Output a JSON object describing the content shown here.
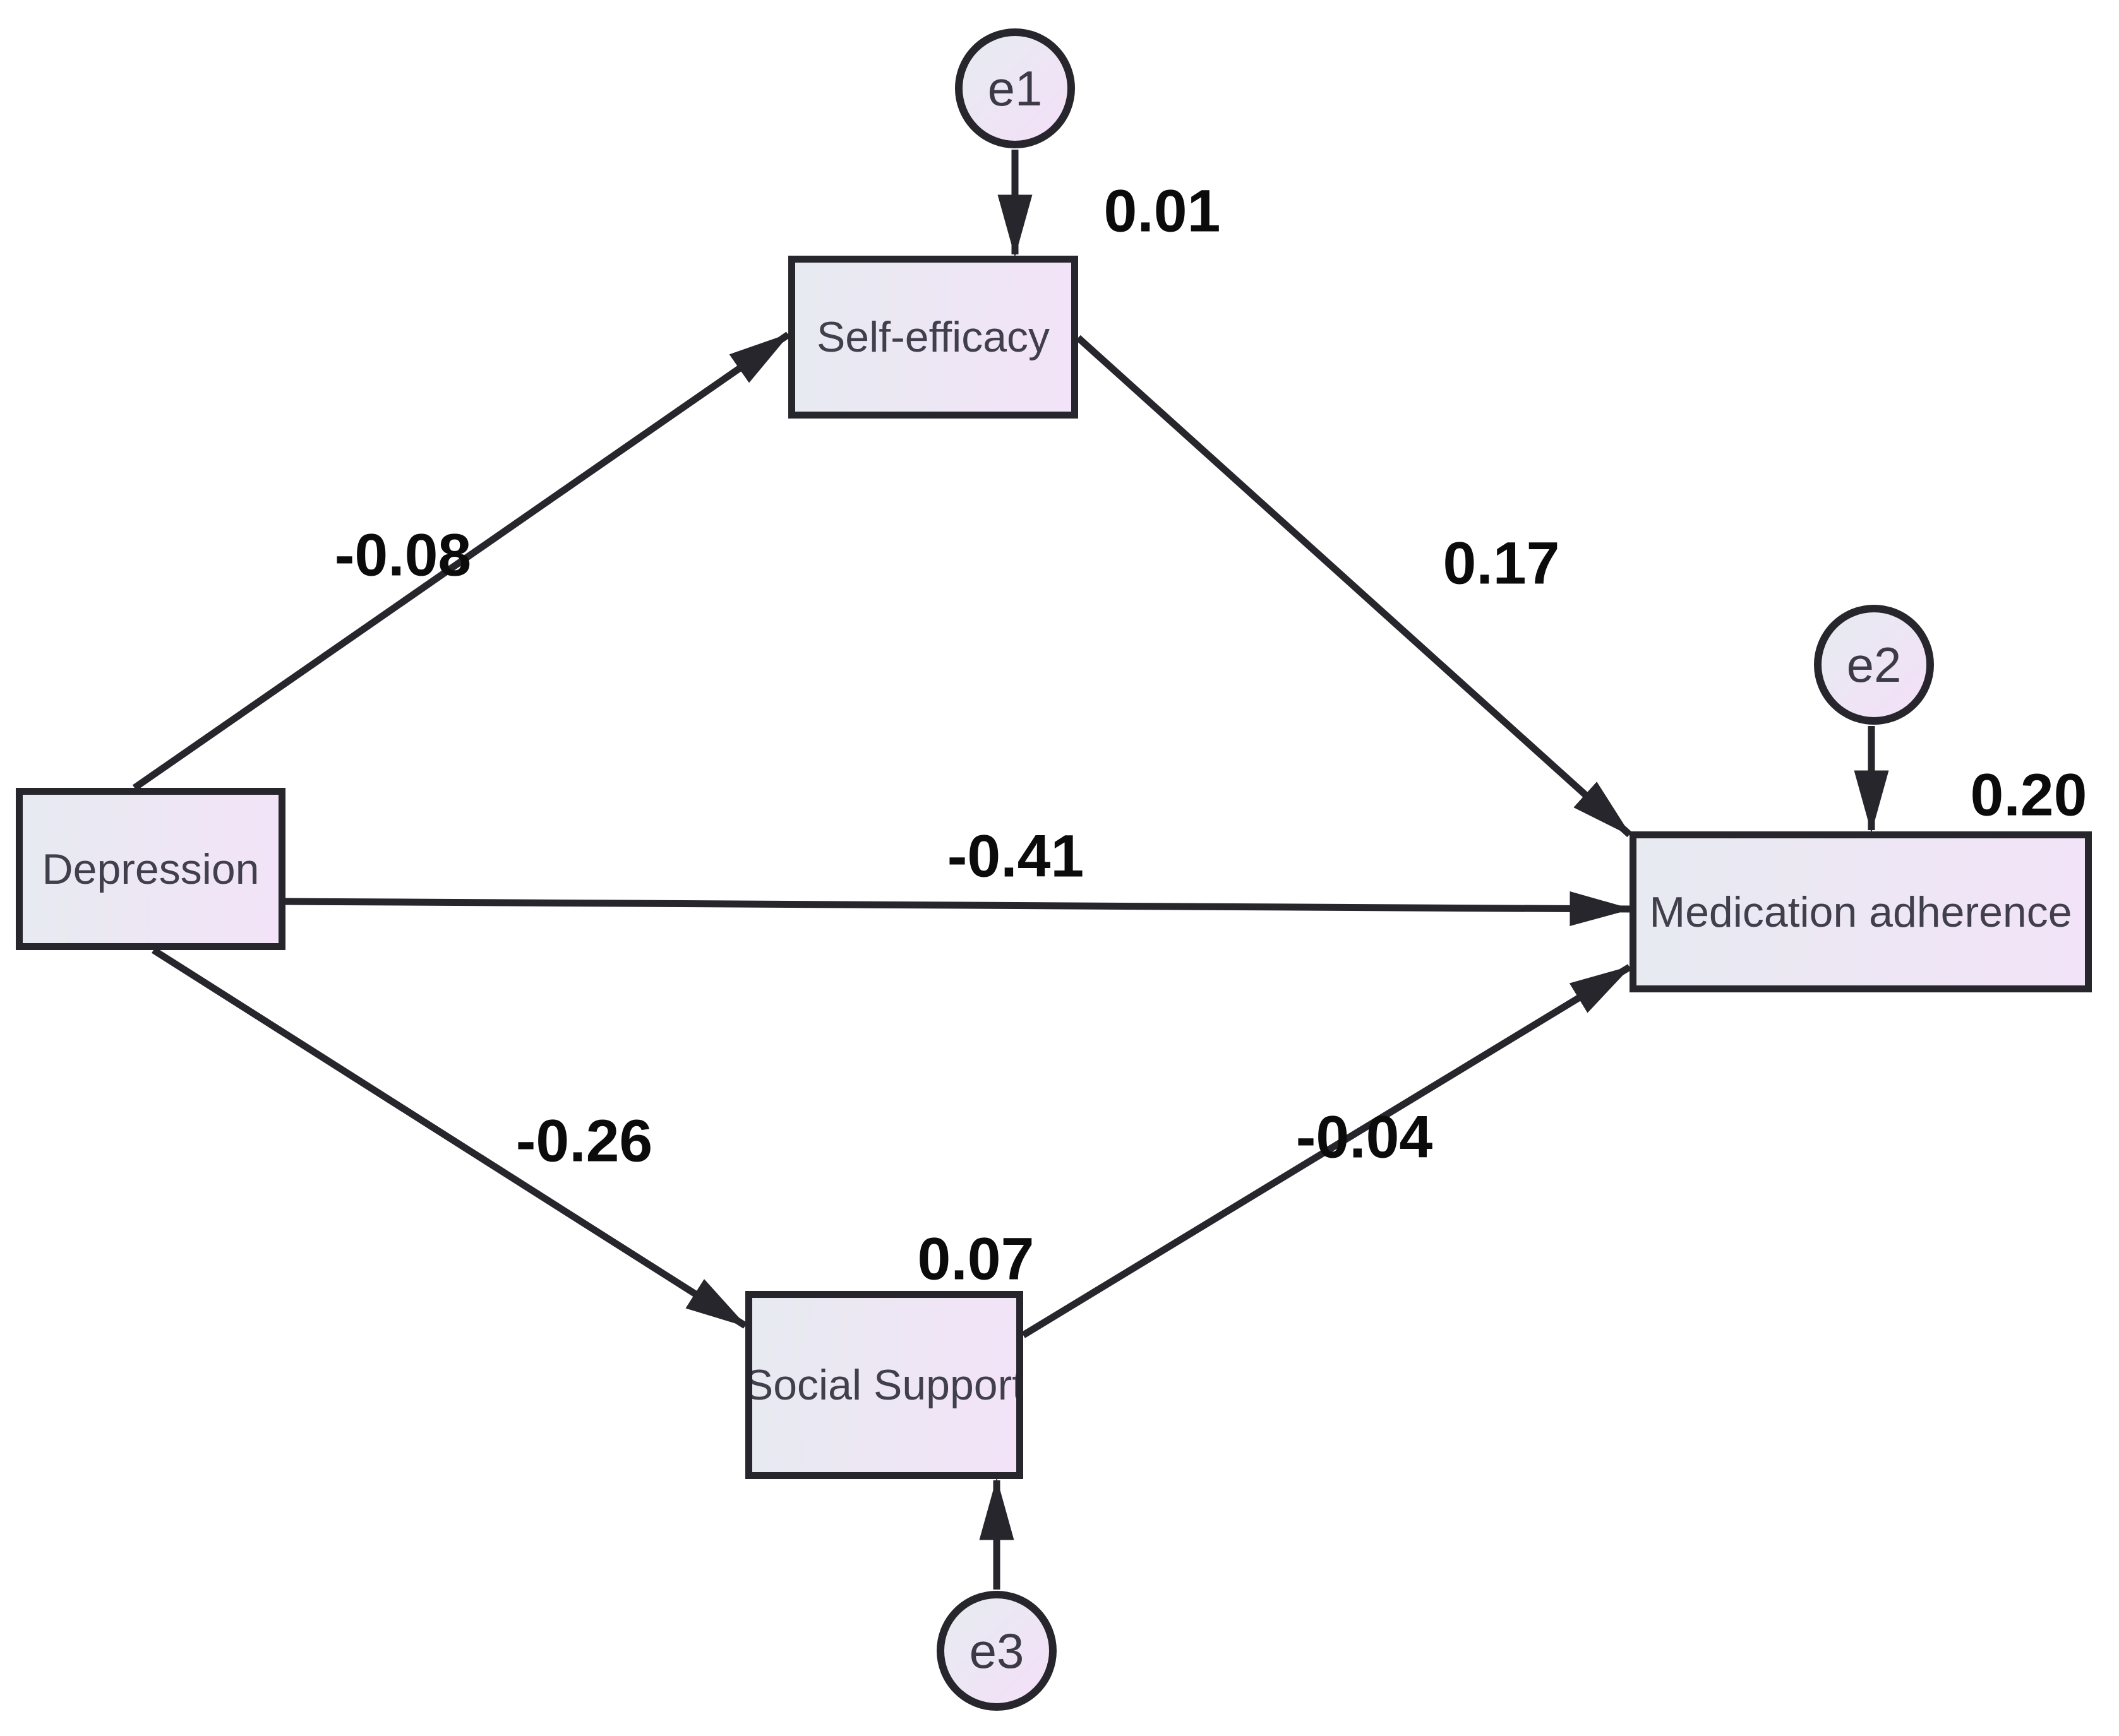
{
  "diagram": {
    "kind": "structural-path-diagram",
    "nodes": {
      "depression": {
        "label": "Depression"
      },
      "self_efficacy": {
        "label": "Self-efficacy",
        "r_squared": "0.01"
      },
      "social_support": {
        "label": "Social Support",
        "r_squared": "0.07"
      },
      "medication_adherence": {
        "label": "Medication adherence",
        "r_squared": "0.20"
      }
    },
    "error_terms": {
      "e1": {
        "label": "e1",
        "attached_to": "Self-efficacy"
      },
      "e2": {
        "label": "e2",
        "attached_to": "Medication adherence"
      },
      "e3": {
        "label": "e3",
        "attached_to": "Social Support"
      }
    },
    "paths": {
      "depression_to_self_efficacy": {
        "from": "Depression",
        "to": "Self-efficacy",
        "coefficient": "-0.08"
      },
      "self_efficacy_to_medication_adherence": {
        "from": "Self-efficacy",
        "to": "Medication adherence",
        "coefficient": "0.17"
      },
      "depression_to_medication_adherence": {
        "from": "Depression",
        "to": "Medication adherence",
        "coefficient": "-0.41"
      },
      "depression_to_social_support": {
        "from": "Depression",
        "to": "Social Support",
        "coefficient": "-0.26"
      },
      "social_support_to_medication_adherence": {
        "from": "Social Support",
        "to": "Medication adherence",
        "coefficient": "-0.04"
      }
    },
    "colors": {
      "background": "#ffffff",
      "box_fill_left": "#e7eaf1",
      "box_fill_right": "#f3e3f8",
      "border": "#26262c",
      "node_text": "#413f4c",
      "label_text": "#0b0b0b"
    }
  }
}
